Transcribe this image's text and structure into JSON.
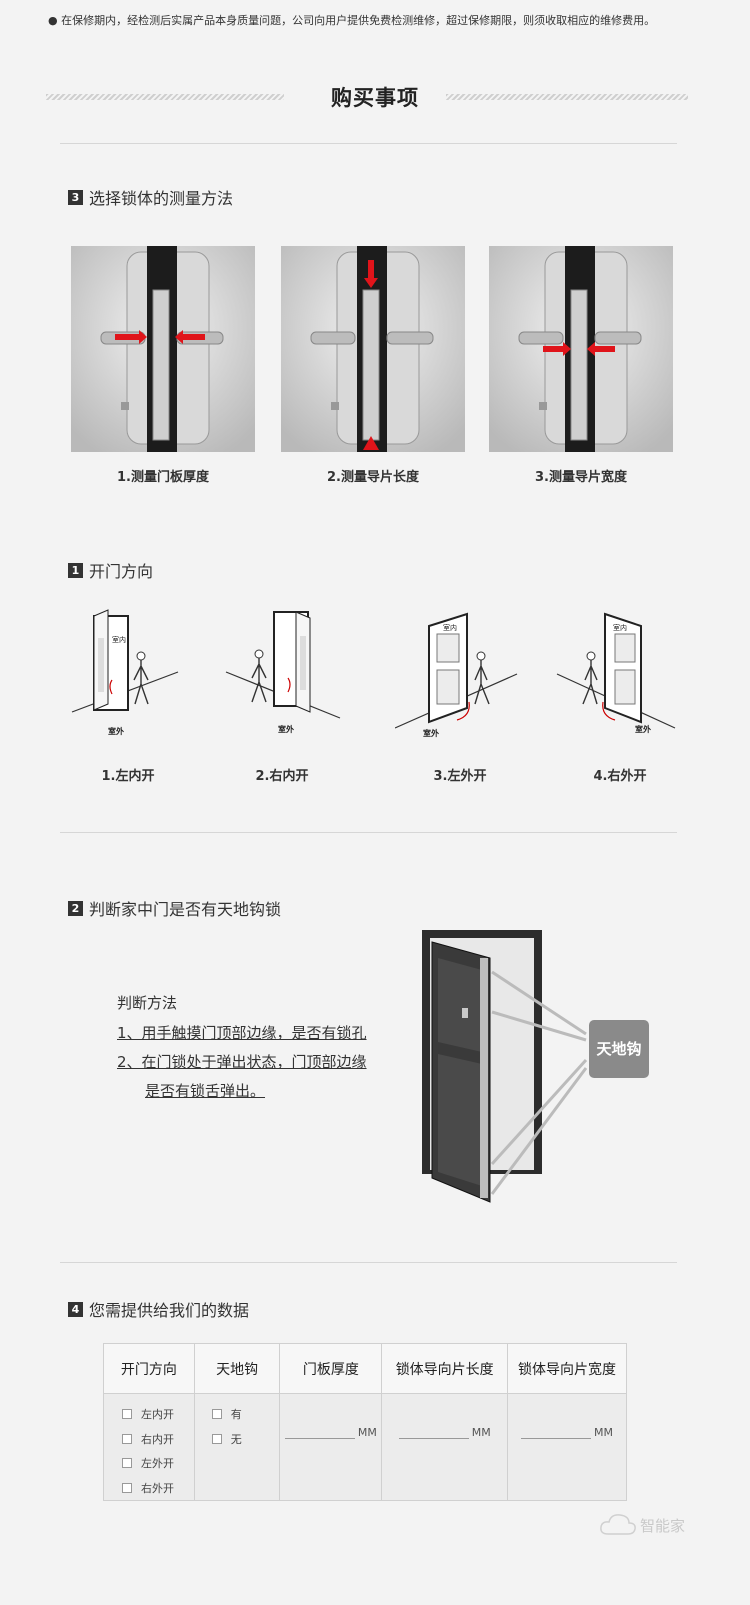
{
  "notice": "● 在保修期内，经检测后实属产品本身质量问题，公司向用户提供免费检测维修，超过保修期限，则须收取相应的维修费用。",
  "main_title": "购买事项",
  "section3": {
    "number": "3",
    "title": "选择锁体的测量方法",
    "items": [
      {
        "caption": "1.测量门板厚度"
      },
      {
        "caption": "2.测量导片长度"
      },
      {
        "caption": "3.测量导片宽度"
      }
    ]
  },
  "section1": {
    "number": "1",
    "title": "开门方向",
    "indoor_label": "室内",
    "outdoor_label": "室外",
    "items": [
      {
        "caption": "1.左内开"
      },
      {
        "caption": "2.右内开"
      },
      {
        "caption": "3.左外开"
      },
      {
        "caption": "4.右外开"
      }
    ]
  },
  "section2": {
    "number": "2",
    "title": "判断家中门是否有天地钩锁",
    "method_title": "判断方法",
    "lines": [
      "1、用手触摸门顶部边缘，是否有锁孔",
      "2、在门锁处于弹出状态，门顶部边缘",
      "是否有锁舌弹出。"
    ],
    "callout": "天地钩"
  },
  "section4": {
    "number": "4",
    "title": "您需提供给我们的数据",
    "headers": [
      "开门方向",
      "天地钩",
      "门板厚度",
      "锁体导向片长度",
      "锁体导向片宽度"
    ],
    "direction_options": [
      "左内开",
      "右内开",
      "左外开",
      "右外开"
    ],
    "hook_options": [
      "有",
      "无"
    ],
    "unit": "MM"
  },
  "watermark": "智能家"
}
